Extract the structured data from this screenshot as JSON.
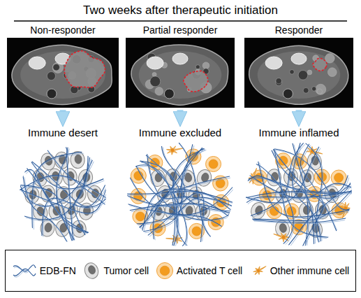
{
  "diagram": {
    "title": "Two weeks after therapeutic initiation",
    "nodes": [
      {
        "text": [
          "Non-responder"
        ]
      },
      {
        "text": [
          "Partial responder"
        ]
      },
      {
        "text": [
          "Responder"
        ]
      },
      {
        "text": [
          "Immune desert"
        ]
      },
      {
        "text": [
          "Immune excluded"
        ]
      },
      {
        "text": [
          "Immune inflamed"
        ]
      }
    ],
    "edges": [
      {
        "from": 0,
        "to": 3,
        "arrow": "to"
      },
      {
        "from": 1,
        "to": 4,
        "arrow": "to"
      },
      {
        "from": 2,
        "to": 5,
        "arrow": "to"
      }
    ],
    "legend": [
      {
        "text": "EDB-FN"
      },
      {
        "text": "Tumor cell"
      },
      {
        "text": "Activated T cell"
      },
      {
        "text": "Other immune cell"
      }
    ]
  }
}
